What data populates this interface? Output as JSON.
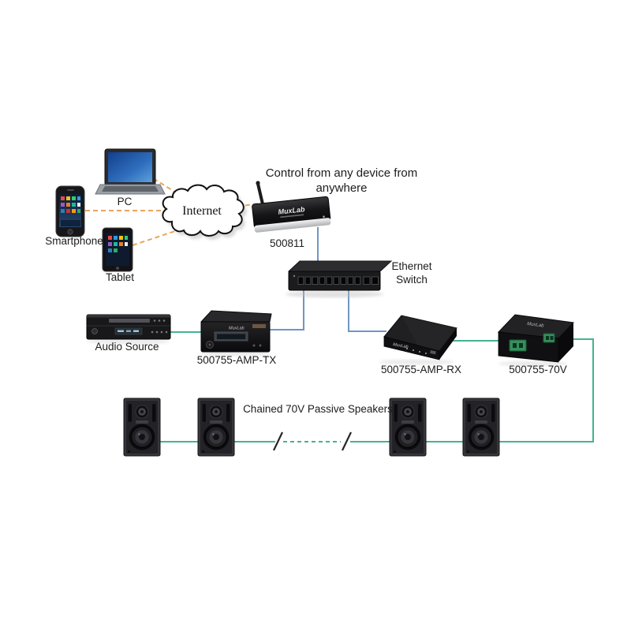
{
  "diagram": {
    "note": {
      "text": "Control from any device from anywhere"
    },
    "colors": {
      "wireless": "#E8A55F",
      "ethernet": "#7096C2",
      "audio": "#44B392"
    },
    "nodes": {
      "smartphone": {
        "label": "Smartphone"
      },
      "pc": {
        "label": "PC"
      },
      "tablet": {
        "label": "Tablet"
      },
      "internet": {
        "label": "Internet"
      },
      "router": {
        "label": "500811",
        "brand": "MuxLab"
      },
      "ethernet_switch": {
        "label": "Ethernet Switch"
      },
      "audio_source": {
        "label": "Audio Source"
      },
      "amp_tx": {
        "label": "500755-AMP-TX",
        "brand": "MuxLab"
      },
      "amp_rx": {
        "label": "500755-AMP-RX",
        "brand": "MuxLab"
      },
      "converter_70v": {
        "label": "500755-70V",
        "brand": "MuxLab"
      },
      "speaker_chain": {
        "label": "Chained 70V Passive Speakers"
      }
    }
  }
}
